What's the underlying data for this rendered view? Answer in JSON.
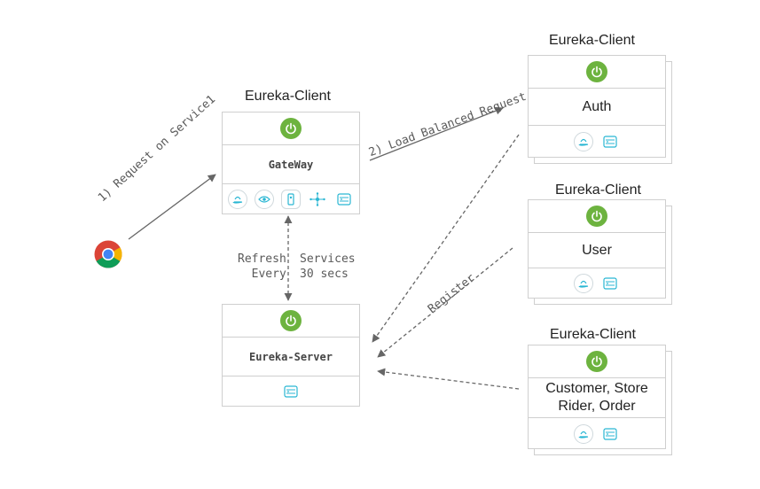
{
  "client_caption": "Eureka-Client",
  "gateway": {
    "label": "GateWay",
    "icons": [
      "gateway-cloud-icon",
      "gateway-eye-icon",
      "gateway-phone-icon",
      "gateway-network-icon",
      "gateway-server-icon"
    ]
  },
  "server": {
    "label": "Eureka-Server"
  },
  "auth": {
    "label": "Auth"
  },
  "user": {
    "label": "User"
  },
  "customer": {
    "line1": "Customer, Store",
    "line2": "Rider, Order"
  },
  "arrows": {
    "request": "1) Request on Service1",
    "load_balanced": "2) Load Balanced Request",
    "register": "Register",
    "refresh_left": "Refresh\nEvery",
    "refresh_right": "Services\n30 secs"
  },
  "colors": {
    "spring_green": "#6db33f",
    "icon_cyan": "#29b6d3",
    "arrow_gray": "#666666",
    "border": "#cfcfcf"
  }
}
